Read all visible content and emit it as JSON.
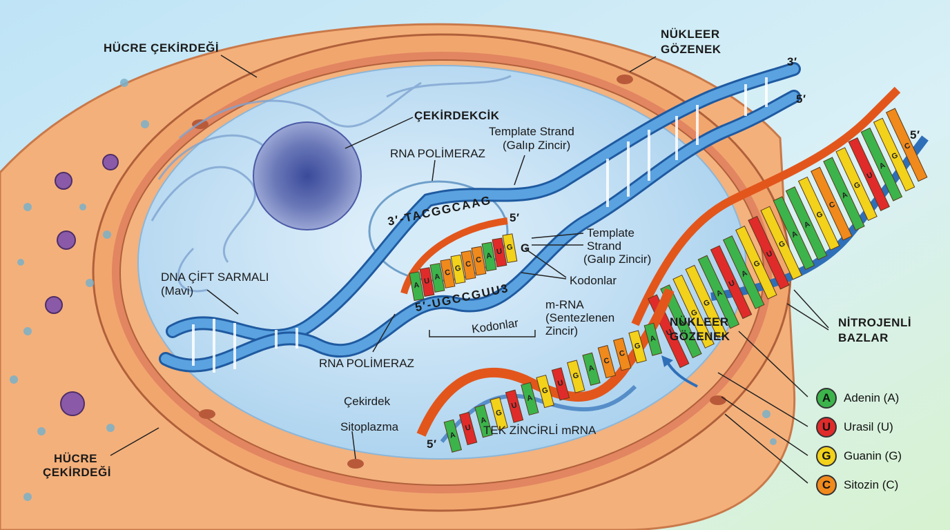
{
  "labels": {
    "nucleus_top": "HÜCRE ÇEKİRDEĞİ",
    "nuclear_pore_top": [
      "NÜKLEER",
      "GÖZENEK"
    ],
    "nucleolus": "ÇEKİRDEKCİK",
    "template_strand_top": [
      "Template Strand",
      "(Galıp Zincir)"
    ],
    "rna_polymerase_top": "RNA POLİMERAZ",
    "template_strand_mid": [
      "Template",
      "Strand",
      "(Galıp Zincir)"
    ],
    "codons_right": "Kodonlar",
    "codons_bottom": "Kodonlar",
    "dna_double_helix": [
      "DNA ÇİFT SARMALI",
      "(Mavi)"
    ],
    "rna_polymerase_bottom": "RNA POLİMERAZ",
    "mrna_synth": [
      "m-RNA",
      "(Sentezlenen",
      "Zincir)"
    ],
    "nuclear_pore_right": [
      "NÜKLEER",
      "GÖZENEK"
    ],
    "nitrogen_bases": [
      "NİTROJENLİ",
      "BAZLAR"
    ],
    "nucleus_small": "Çekirdek",
    "cytoplasm": "Sitoplazma",
    "single_mrna": "TEK ZİNCİRLİ mRNA",
    "nucleus_bottom_left": [
      "HÜCRE",
      "ÇEKİRDEĞİ"
    ],
    "end_3_top": "3′",
    "end_5_top": "5′",
    "end_5_right": "5′",
    "end_5_bottom": "5′",
    "end_5_bubble": "5′",
    "seq_template": "3′-TACGGCAAG",
    "seq_mrna": "5′-UGCCGUU3",
    "seq_mrna_end": "G"
  },
  "legend": [
    {
      "letter": "A",
      "name": "Adenin (A)",
      "color": "#3cb44b"
    },
    {
      "letter": "U",
      "name": "Urasil (U)",
      "color": "#e02b2b"
    },
    {
      "letter": "G",
      "name": "Guanin (G)",
      "color": "#f2d21b"
    },
    {
      "letter": "C",
      "name": "Sitozin (C)",
      "color": "#f08a1c"
    }
  ],
  "colors": {
    "dna": "#3f86d0",
    "dna_dark": "#1f5aa0",
    "rna_backbone": "#e2561c",
    "nucleus_fill": "#cfe6f7",
    "membrane": "#f0a868",
    "cytoplasm": "#f7b27a"
  },
  "mrna_bases_right": [
    "U",
    "A",
    "G",
    "G",
    "A",
    "U",
    "A",
    "G",
    "U",
    "G",
    "A",
    "A",
    "G",
    "C",
    "A",
    "G",
    "U",
    "A",
    "G",
    "C"
  ],
  "mrna_bases_bottom": [
    "A",
    "U",
    "A",
    "G",
    "U",
    "A",
    "G",
    "U",
    "G",
    "A",
    "C",
    "C",
    "G",
    "A"
  ],
  "bubble_bases": [
    "A",
    "U",
    "A",
    "C",
    "G",
    "C",
    "C",
    "A",
    "U",
    "G"
  ]
}
